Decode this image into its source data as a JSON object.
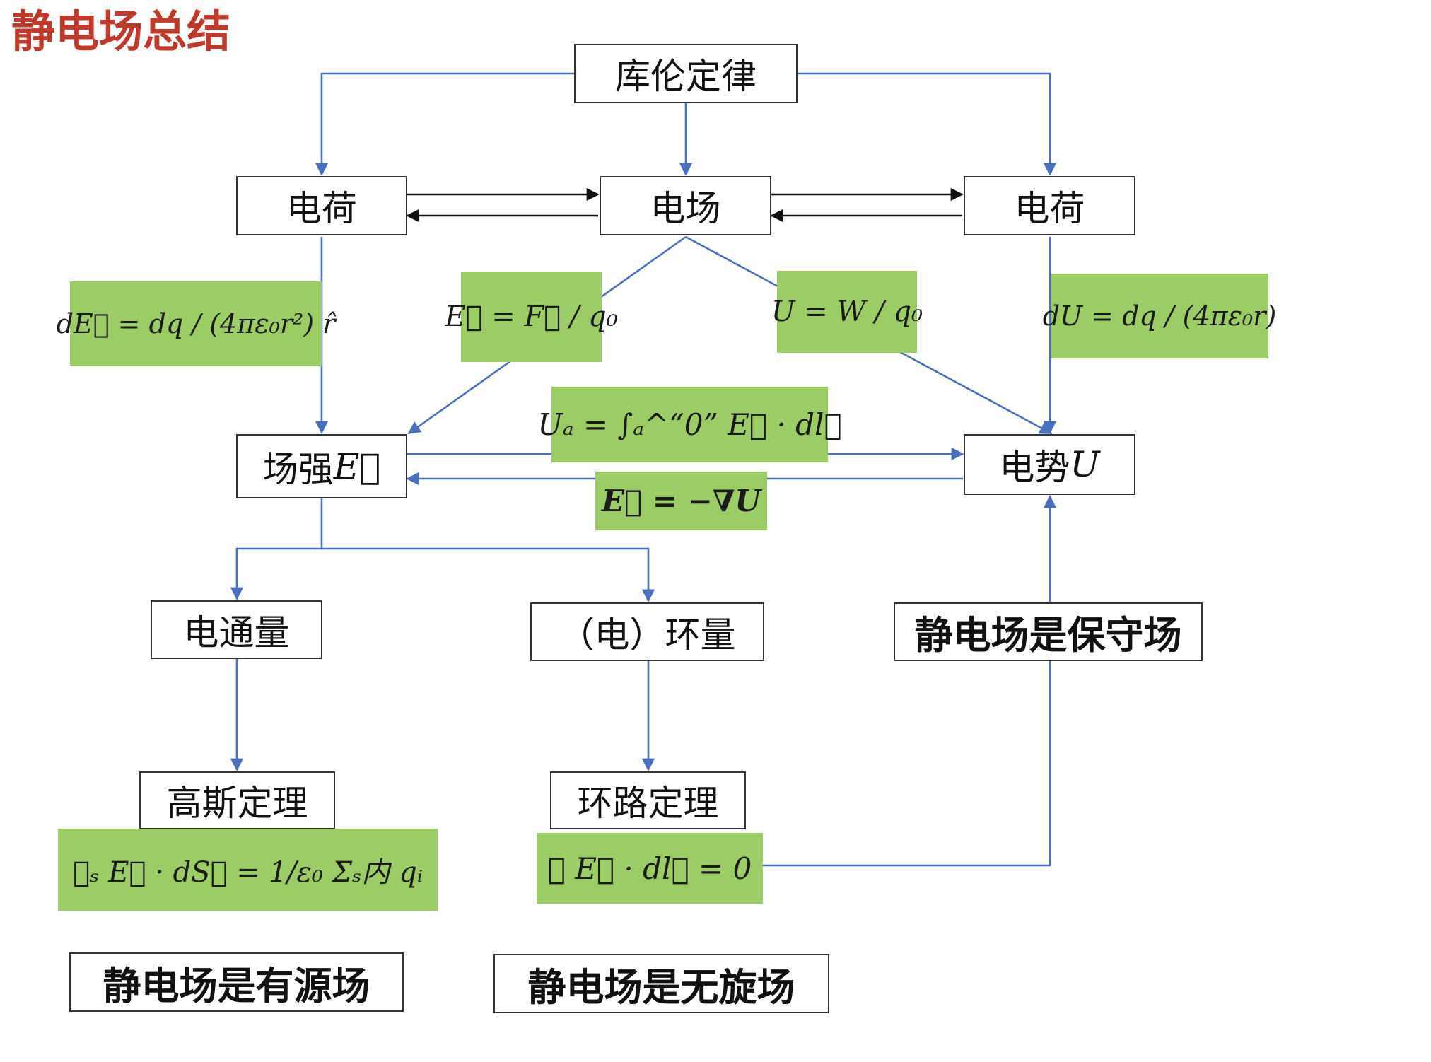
{
  "title": "静电场总结",
  "colors": {
    "title": "#c0392b",
    "arrow_blue": "#4a6fbf",
    "arrow_black": "#111111",
    "formula_bg": "#9ccc66",
    "box_border": "#333333"
  },
  "nodes": {
    "coulomb_law": "库伦定律",
    "charge_left": "电荷",
    "field": "电场",
    "charge_right": "电荷",
    "field_strength": "场强",
    "field_strength_symbol": "E⃗",
    "potential": "电势",
    "potential_symbol": "U",
    "flux": "电通量",
    "circulation": "（电）环量",
    "conservative": "静电场是保守场",
    "gauss_law": "高斯定理",
    "loop_theorem": "环路定理",
    "source_field": "静电场是有源场",
    "curl_free": "静电场是无旋场"
  },
  "formulas": {
    "dE": "dE⃗ = dq / (4πε₀r²) r̂",
    "E_def": "E⃗ = F⃗ / q₀",
    "U_def": "U = W / q₀",
    "dU": "dU = dq / (4πε₀r)",
    "Ua": "Uₐ = ∫ₐ^“0” E⃗ · dl⃗",
    "gradient": "E⃗ = −∇U",
    "gauss": "∯ₛ E⃗ · dS⃗ = 1/ε₀ Σₛ内 qᵢ",
    "loop": "∮ E⃗ · dl⃗ = 0"
  }
}
